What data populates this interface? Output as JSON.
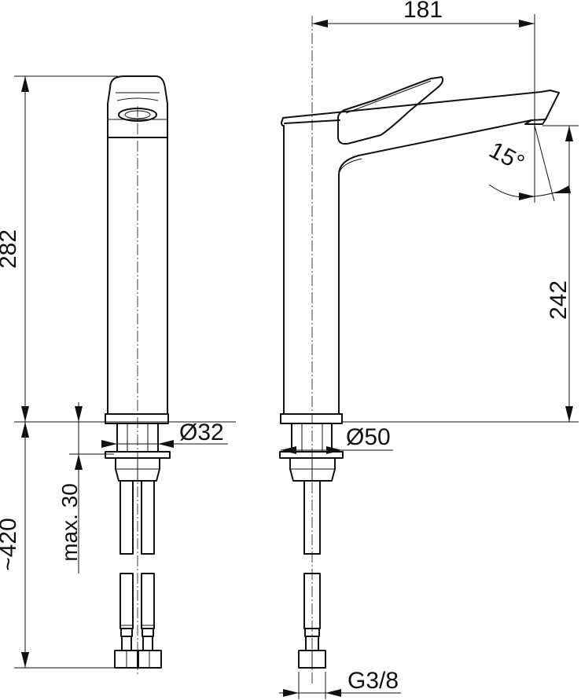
{
  "dimensions": {
    "width_181": "181",
    "height_282": "282",
    "spout_height_242": "242",
    "hose_length": "~420",
    "max_thickness": "max. 30",
    "diameter_32": "Ø32",
    "diameter_50": "Ø50",
    "thread": "G3/8",
    "angle": "15°"
  }
}
